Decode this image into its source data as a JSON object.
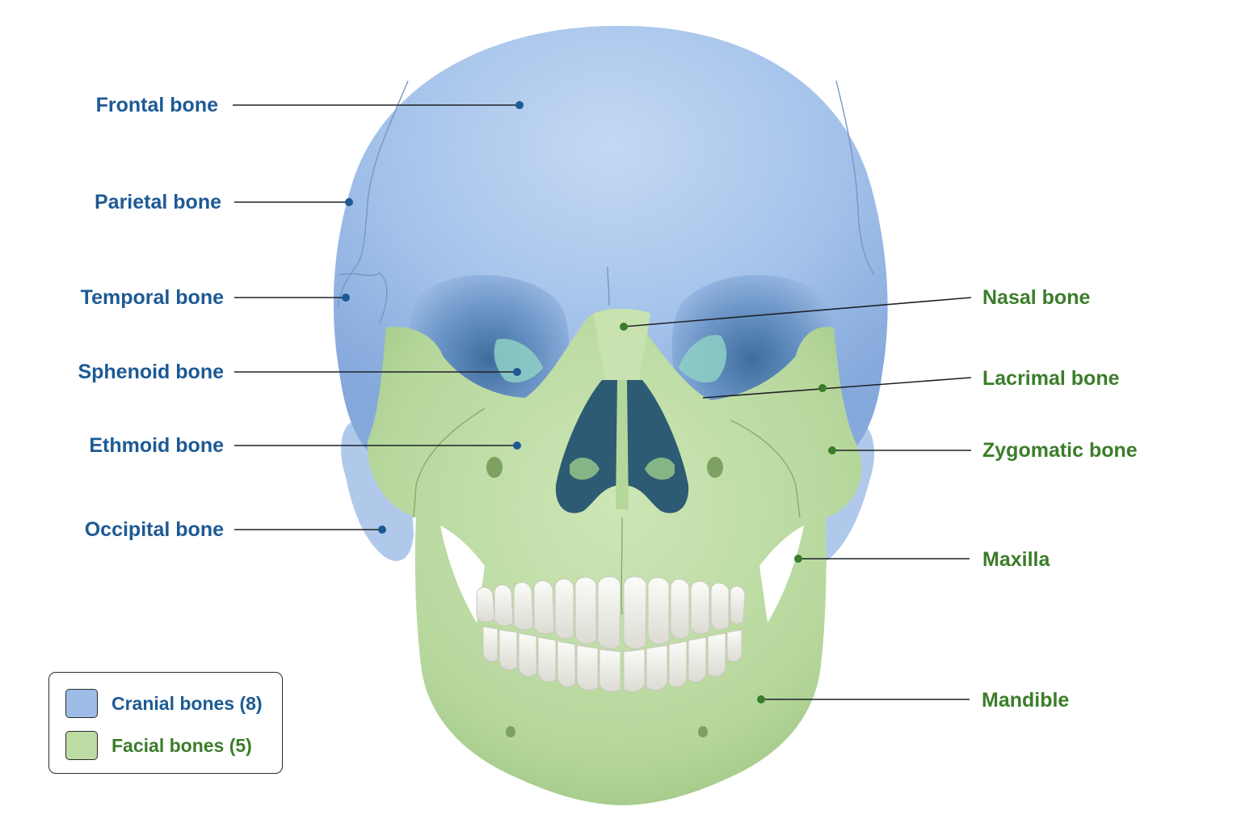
{
  "colors": {
    "cranial": "#9dbde8",
    "facial": "#bcdca3",
    "cranial_label": "#1d5a95",
    "facial_label": "#3b7d2a",
    "teeth": "#f1f1ec"
  },
  "labels": {
    "cranial": [
      {
        "id": "frontal",
        "text": "Frontal bone"
      },
      {
        "id": "parietal",
        "text": "Parietal bone"
      },
      {
        "id": "temporal",
        "text": "Temporal bone"
      },
      {
        "id": "sphenoid",
        "text": "Sphenoid bone"
      },
      {
        "id": "ethmoid",
        "text": "Ethmoid bone"
      },
      {
        "id": "occipital",
        "text": "Occipital bone"
      }
    ],
    "facial": [
      {
        "id": "nasal",
        "text": "Nasal bone"
      },
      {
        "id": "lacrimal",
        "text": "Lacrimal bone"
      },
      {
        "id": "zygomatic",
        "text": "Zygomatic bone"
      },
      {
        "id": "maxilla",
        "text": "Maxilla"
      },
      {
        "id": "mandible",
        "text": "Mandible"
      }
    ]
  },
  "legend": {
    "cranial": "Cranial bones (8)",
    "facial": "Facial bones (5)"
  }
}
